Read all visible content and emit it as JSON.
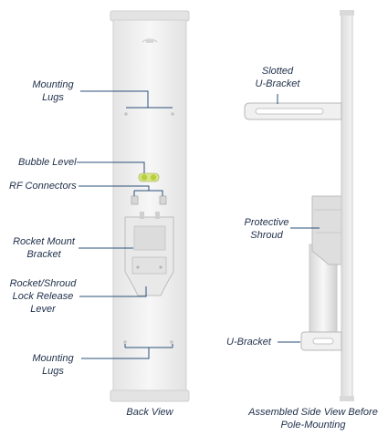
{
  "back_view": {
    "caption": "Back View",
    "labels": {
      "mounting_lugs_top": [
        "Mounting",
        "Lugs"
      ],
      "bubble_level": [
        "Bubble Level"
      ],
      "rf_connectors": [
        "RF Connectors"
      ],
      "rocket_mount_bracket": [
        "Rocket Mount",
        "Bracket"
      ],
      "lock_release_lever": [
        "Rocket/Shroud",
        "Lock Release",
        "Lever"
      ],
      "mounting_lugs_bottom": [
        "Mounting",
        "Lugs"
      ]
    }
  },
  "side_view": {
    "caption": [
      "Assembled Side View Before",
      "Pole-Mounting"
    ],
    "labels": {
      "slotted_u_bracket": [
        "Slotted",
        "U-Bracket"
      ],
      "protective_shroud": [
        "Protective",
        "Shroud"
      ],
      "u_bracket": [
        "U-Bracket"
      ]
    }
  },
  "colors": {
    "label_text": "#1f2f4a",
    "leader_line": "#2a4f7a",
    "panel_fill": "#f1f1f1",
    "panel_edge": "#cfcfcf",
    "bubble_level": "#b7cf3a"
  }
}
